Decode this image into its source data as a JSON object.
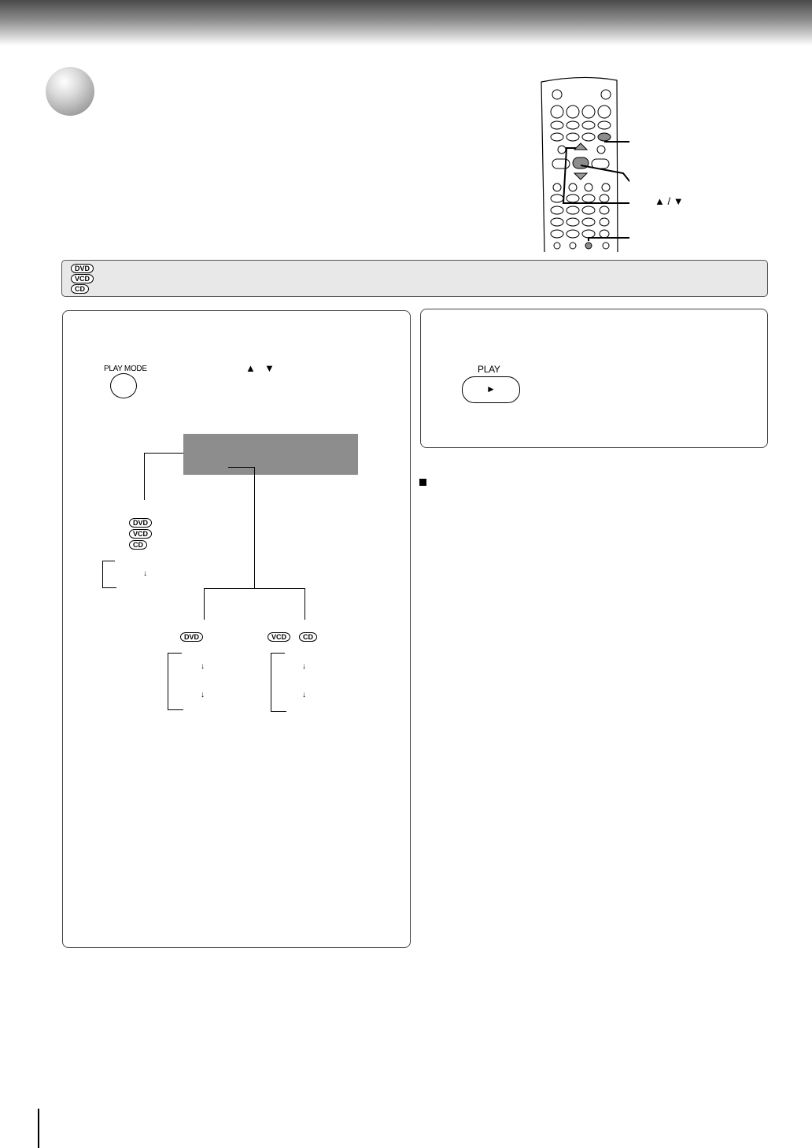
{
  "labels": {
    "play_mode": "PLAY MODE",
    "play": "PLAY",
    "play_symbol": "►",
    "up_down": "▲ / ▼",
    "step_up": "▲",
    "step_down": "▼",
    "down_arrow": "↓"
  },
  "disc_types": {
    "dvd": "DVD",
    "vcd": "VCD",
    "cd": "CD"
  },
  "colors": {
    "header": "#7a7a7a",
    "gray_box": "#8d8d8d",
    "disc_bar": "#e8e8e8"
  }
}
